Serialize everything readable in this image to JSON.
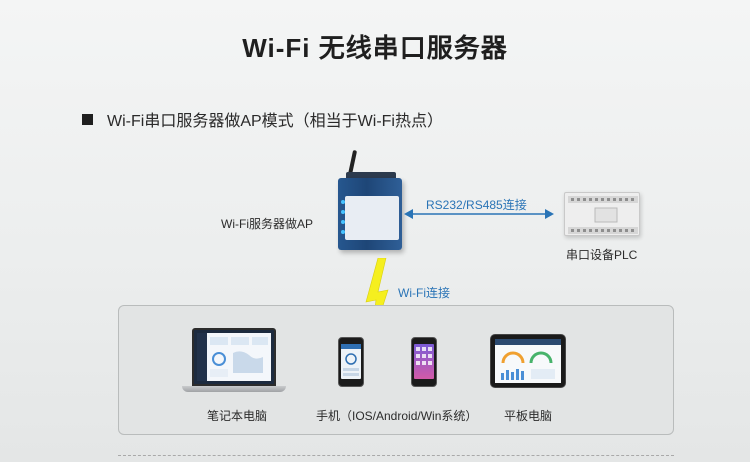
{
  "title": "Wi-Fi 无线串口服务器",
  "mode_line": "Wi-Fi串口服务器做AP模式（相当于Wi-Fi热点）",
  "labels": {
    "server": "Wi-Fi服务器做AP",
    "link_serial": "RS232/RS485连接",
    "plc": "串口设备PLC",
    "wifi_link": "Wi-Fi连接",
    "laptop": "笔记本电脑",
    "phone": "手机（IOS/Android/Win系统）",
    "tablet": "平板电脑"
  },
  "colors": {
    "accent_blue": "#2a74b6",
    "lightning_yellow": "#f5ef1f",
    "device_blue": "#1e4677"
  },
  "icons": [
    "wifi-server-device",
    "plc-device",
    "lightning-icon",
    "laptop-icon",
    "phone-icon",
    "tablet-icon",
    "double-arrow-icon"
  ]
}
